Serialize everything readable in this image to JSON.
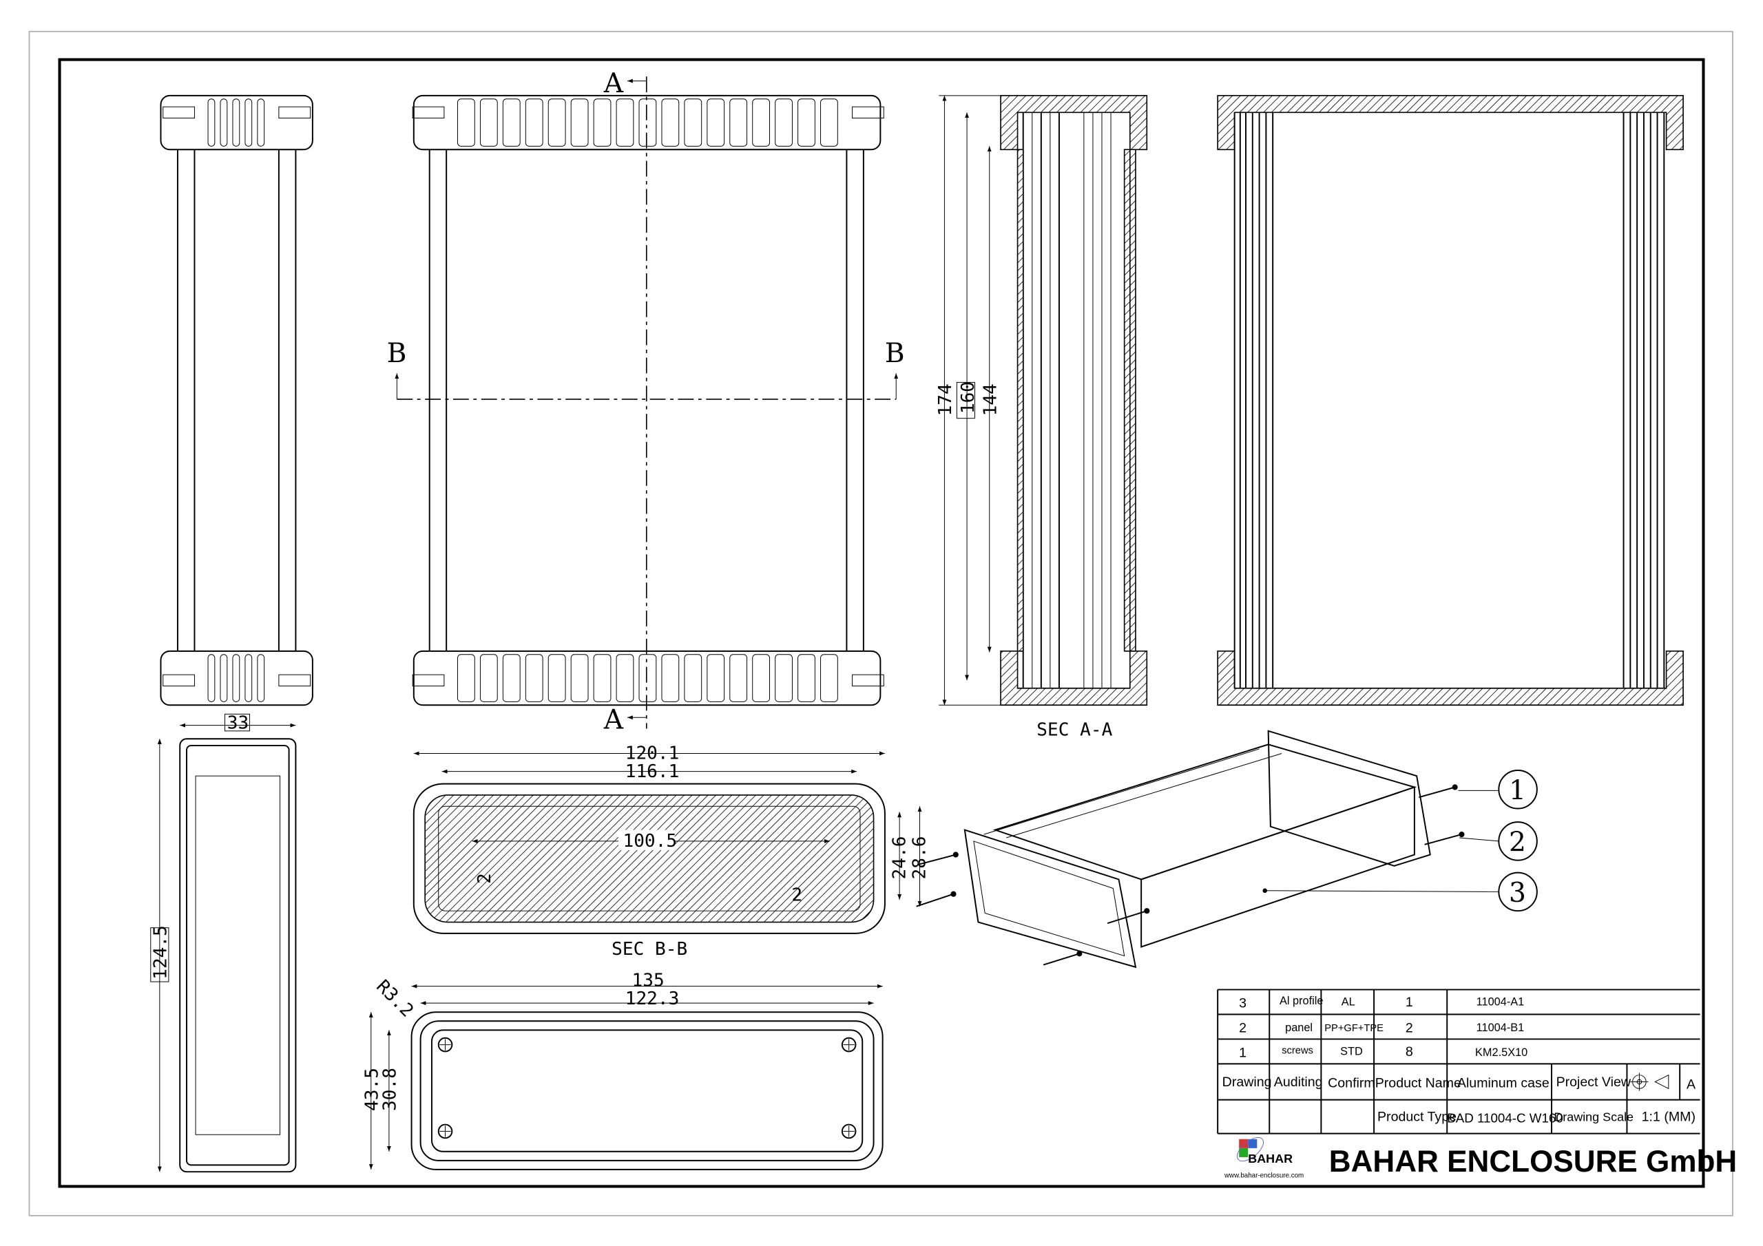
{
  "section_labels": {
    "a_top": "A",
    "a_bottom": "A",
    "b_left": "B",
    "b_right": "B",
    "sec_aa": "SEC A-A",
    "sec_bb": "SEC B-B"
  },
  "dimensions": {
    "d174": "174",
    "d160": "160",
    "d144": "144",
    "d33": "33",
    "d124_5": "124.5",
    "d120_1": "120.1",
    "d116_1": "116.1",
    "d100_5": "100.5",
    "d24_6": "24.6",
    "d28_6": "28.6",
    "d2a": "2",
    "d2b": "2",
    "d135": "135",
    "d122_3": "122.3",
    "r3_2": "R3.2",
    "d43_5": "43.5",
    "d30_8": "30.8"
  },
  "balloons": [
    "1",
    "2",
    "3"
  ],
  "bom": [
    {
      "no": "3",
      "name": "Al profile",
      "material": "AL",
      "qty": "1",
      "code": "11004-A1"
    },
    {
      "no": "2",
      "name": "panel",
      "material": "PP+GF+TPE",
      "qty": "2",
      "code": "11004-B1"
    },
    {
      "no": "1",
      "name": "screws",
      "material": "STD",
      "qty": "8",
      "code": "KM2.5X10"
    }
  ],
  "title_block": {
    "drawing": "Drawing",
    "auditing": "Auditing",
    "confirm": "Confirm",
    "product_name_label": "Product Name",
    "product_name": "Aluminum case",
    "project_view_label": "Project View",
    "project_view": "A",
    "product_type_label": "Product Type",
    "product_type": "BAD 11004-C W160",
    "drawing_scale_label": "Drawing Scale",
    "drawing_scale": "1:1 (MM)",
    "company": "BAHAR ENCLOSURE GmbH",
    "logo_text": "BAHAR",
    "website": "www.bahar-enclosure.com"
  }
}
